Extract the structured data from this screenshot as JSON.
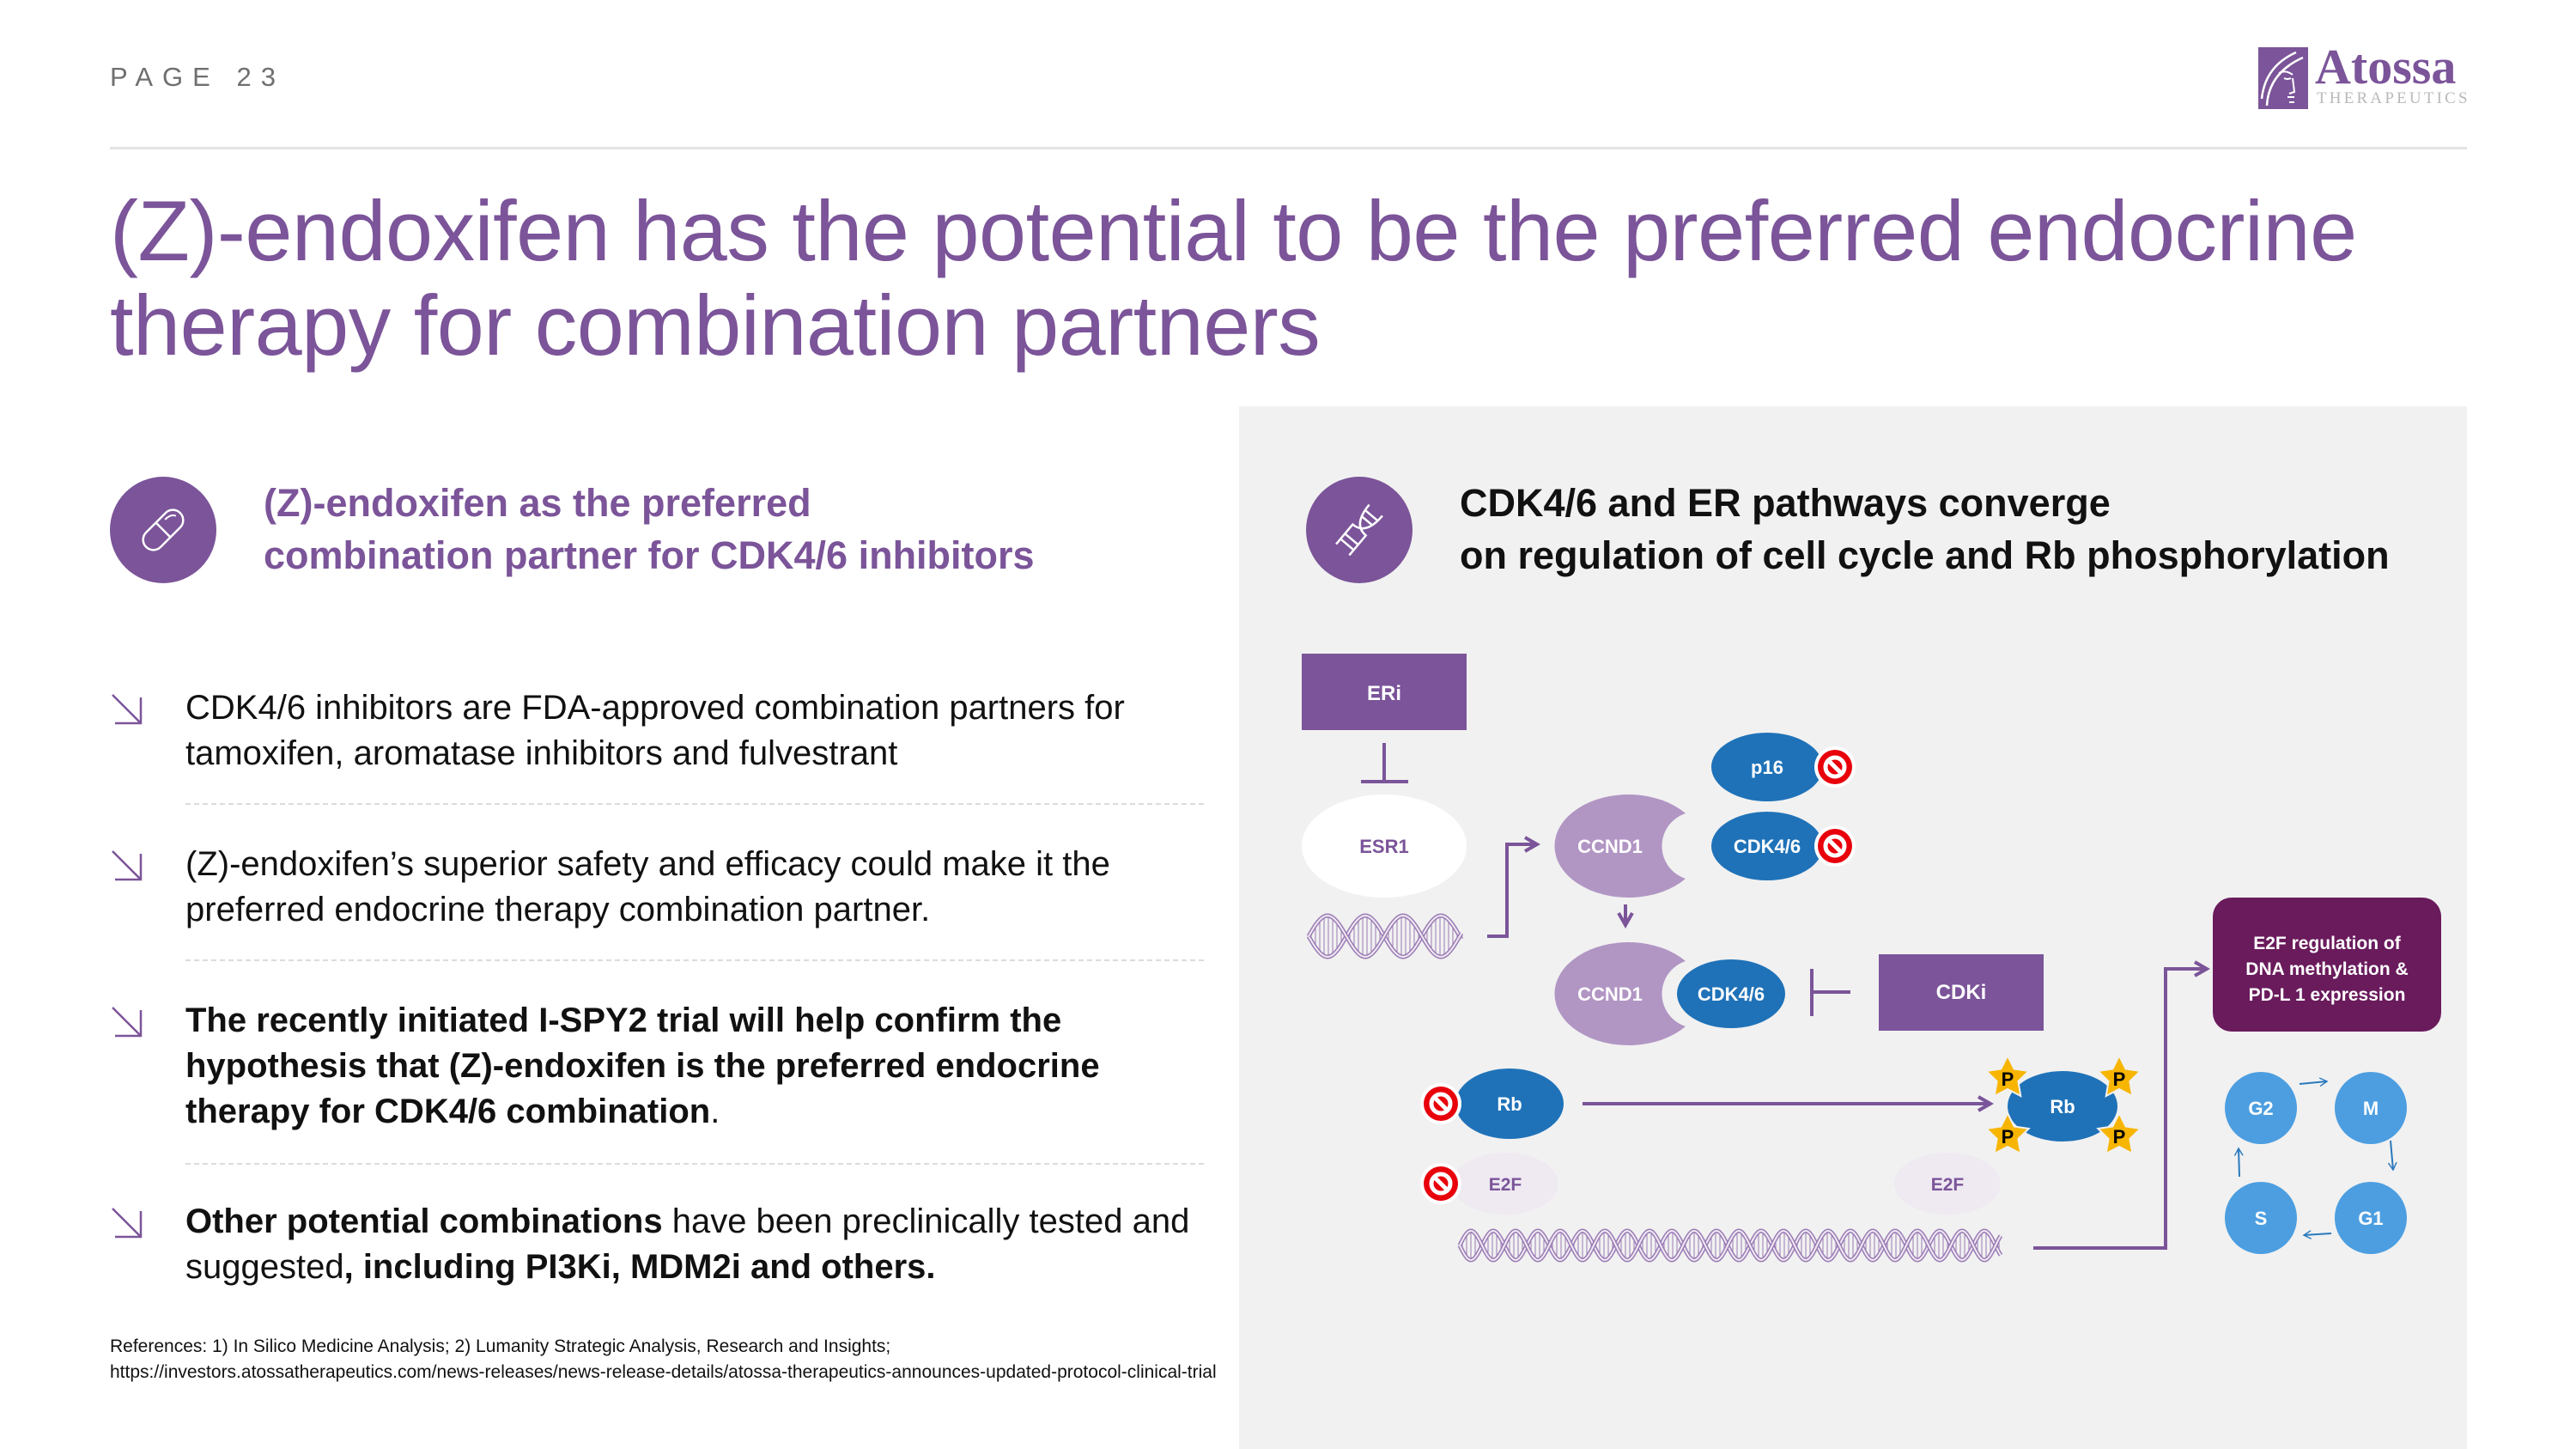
{
  "header": {
    "page_label": "PAGE 23",
    "logo": {
      "name": "Atossa",
      "subtitle": "THERAPEUTICS"
    }
  },
  "title": "(Z)-endoxifen has the potential to be the preferred endocrine therapy for combination partners",
  "left": {
    "icon": "pill-capsule-icon",
    "heading_line1": "(Z)-endoxifen as the preferred",
    "heading_line2": "combination partner for CDK4/6 inhibitors",
    "bullets": [
      {
        "parts": [
          {
            "text": "CDK4/6 inhibitors are FDA-approved combination partners for tamoxifen, aromatase inhibitors and fulvestrant",
            "bold": false
          }
        ]
      },
      {
        "parts": [
          {
            "text": "(Z)-endoxifen’s superior safety and efficacy could make it the preferred endocrine therapy combination partner.",
            "bold": false
          }
        ]
      },
      {
        "parts": [
          {
            "text": "The recently initiated I-SPY2 trial will help confirm the hypothesis that (Z)-endoxifen is the preferred endocrine therapy for CDK4/6 combination",
            "bold": true
          },
          {
            "text": ".",
            "bold": false
          }
        ]
      },
      {
        "parts": [
          {
            "text": "Other potential combinations",
            "bold": true
          },
          {
            "text": " have been preclinically tested and suggested",
            "bold": false
          },
          {
            "text": ", including PI3Ki, MDM2i and others.",
            "bold": true
          }
        ]
      }
    ],
    "bullet_icon": "arrow-down-right-icon",
    "references": "References:  1) In Silico Medicine Analysis; 2) Lumanity Strategic Analysis, Research and Insights; https://investors.atossatherapeutics.com/news-releases/news-release-details/atossa-therapeutics-announces-updated-protocol-clinical-trial"
  },
  "right": {
    "icon": "dna-helix-icon",
    "heading_line1": "CDK4/6 and ER pathways converge",
    "heading_line2": "on regulation of cell cycle and Rb phosphorylation",
    "diagram": {
      "eri": "ERi",
      "esr1": "ESR1",
      "ccnd1_top": "CCND1",
      "p16": "p16",
      "cdk46_top": "CDK4/6",
      "ccnd1_bottom": "CCND1",
      "cdk46_bottom": "CDK4/6",
      "cdki": "CDKi",
      "rb_left": "Rb",
      "e2f_left": "E2F",
      "rb_right": "Rb",
      "phospho": "P",
      "e2f_right": "E2F",
      "e2f_box_line1": "E2F regulation of",
      "e2f_box_line2": "DNA methylation &",
      "e2f_box_line3": "PD-L 1 expression",
      "cell_cycle": {
        "g2": "G2",
        "m": "M",
        "s": "S",
        "g1": "G1"
      }
    }
  },
  "colors": {
    "brand_purple": "#7b5499",
    "protein_blue": "#1f72b8",
    "cyclin_lilac": "#b196c4",
    "dark_plum": "#6a1b5c",
    "cycle_blue": "#4c9ee0",
    "inhibit_red": "#e8000b",
    "phospho_gold": "#f7b500"
  }
}
